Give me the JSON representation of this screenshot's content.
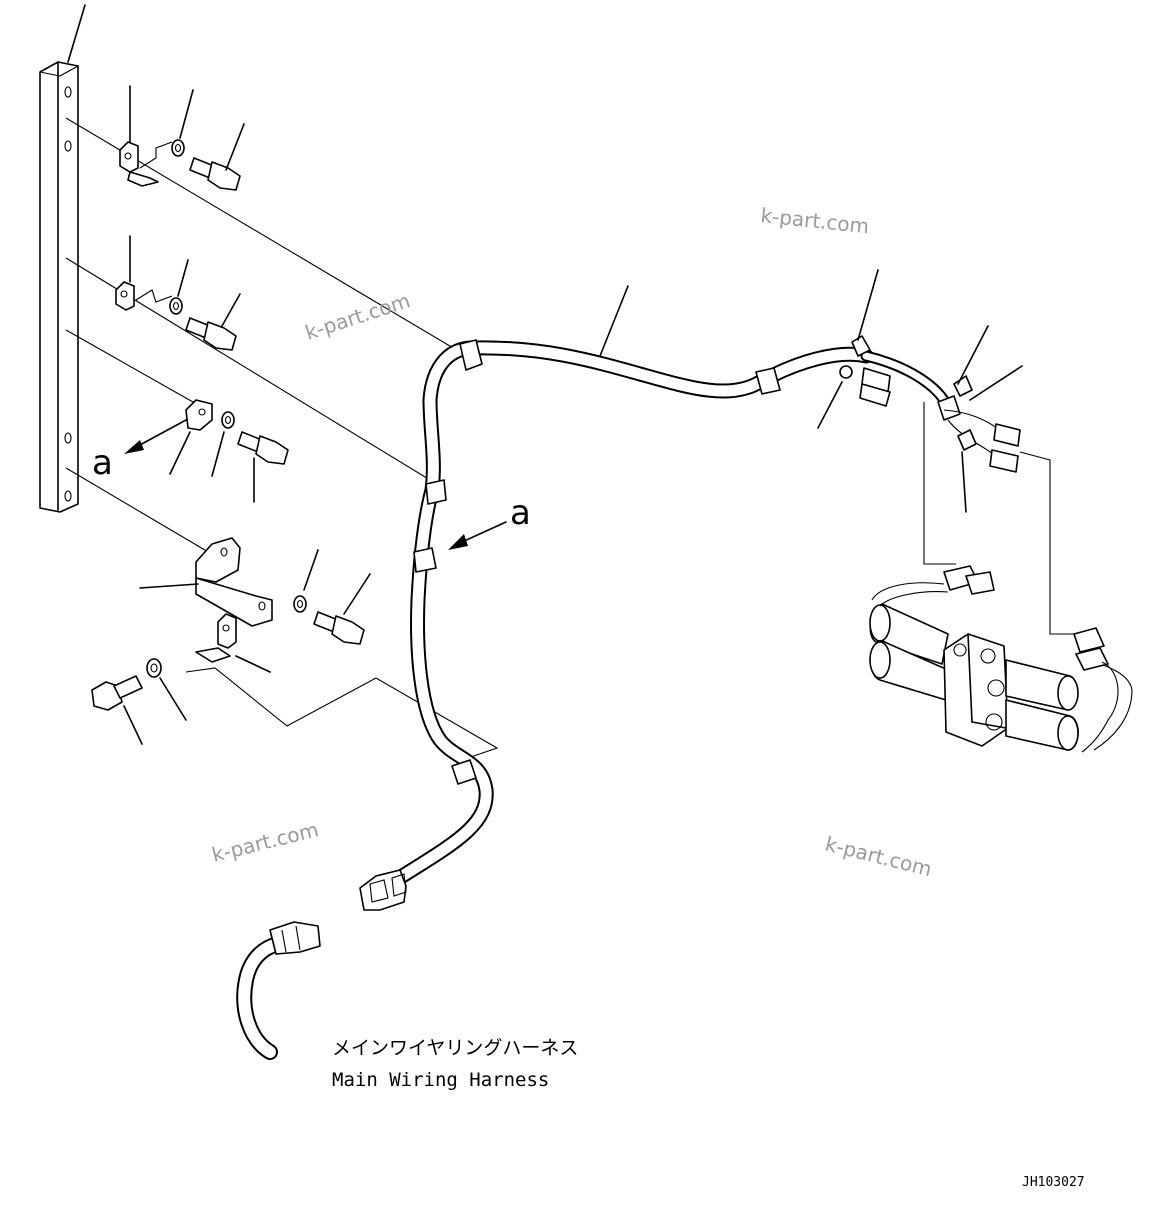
{
  "watermarks": [
    "k-part.com",
    "k-part.com",
    "k-part.com",
    "k-part.com"
  ],
  "view_markers": [
    "a",
    "a"
  ],
  "caption": {
    "japanese": "メインワイヤリングハーネス",
    "english": "Main Wiring Harness"
  },
  "drawing_code": "JH103027"
}
